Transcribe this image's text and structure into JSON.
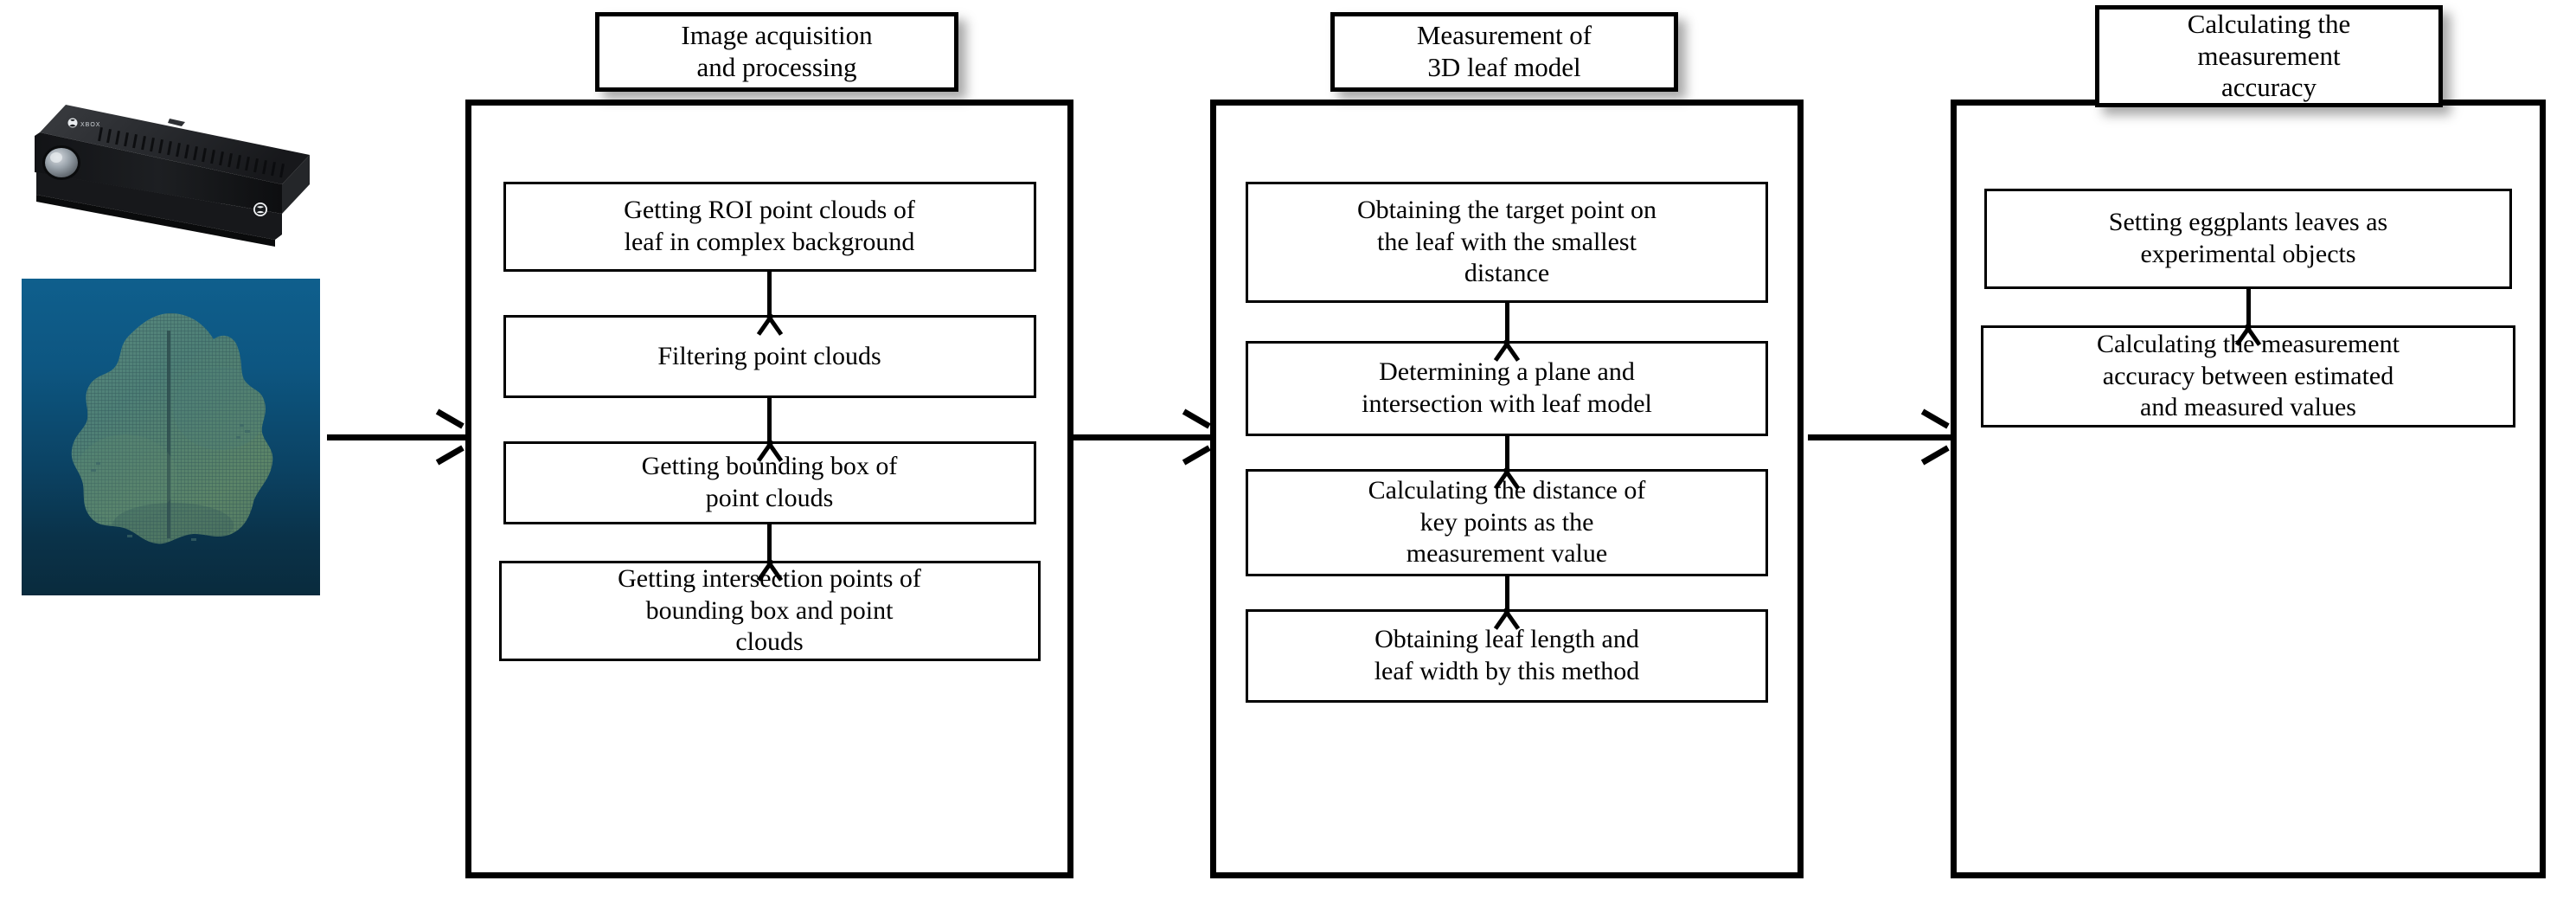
{
  "diagram": {
    "title": "Leaf 3D measurement workflow flowchart",
    "inputs": {
      "sensor_label": "kinect-depth-sensor",
      "sensor_brand": "XBOX",
      "pointcloud_label": "leaf-point-cloud"
    },
    "colors": {
      "line": "#000000",
      "page_background": "#ffffff",
      "pointcloud_background_top": "#0f5f8d",
      "pointcloud_background_bottom": "#092b3d",
      "leaf_fill": "#4f7f74",
      "leaf_highlight": "#6e8f6a"
    },
    "connectors": [
      {
        "name": "sensor-to-stage-1",
        "direction": "right"
      },
      {
        "name": "stage-1-to-stage-2",
        "direction": "right"
      },
      {
        "name": "stage-2-to-stage-3",
        "direction": "right"
      }
    ],
    "stages": [
      {
        "id": "stage-1",
        "header": "Image acquisition\nand processing",
        "steps": [
          "Getting ROI point clouds of\nleaf in complex background",
          "Filtering point clouds",
          "Getting bounding box of\npoint clouds",
          "Getting intersection points of\nbounding box and point\nclouds"
        ]
      },
      {
        "id": "stage-2",
        "header": "Measurement of\n3D leaf model",
        "steps": [
          "Obtaining the target point on\nthe leaf with the smallest\ndistance",
          "Determining a plane and\nintersection with leaf model",
          "Calculating the distance of\nkey points as the\nmeasurement value",
          "Obtaining leaf length and\nleaf width by this method"
        ]
      },
      {
        "id": "stage-3",
        "header": "Calculating the\nmeasurement\naccuracy",
        "steps": [
          "Setting eggplants leaves as\nexperimental objects",
          "Calculating the measurement\naccuracy between estimated\nand measured values"
        ]
      }
    ]
  }
}
